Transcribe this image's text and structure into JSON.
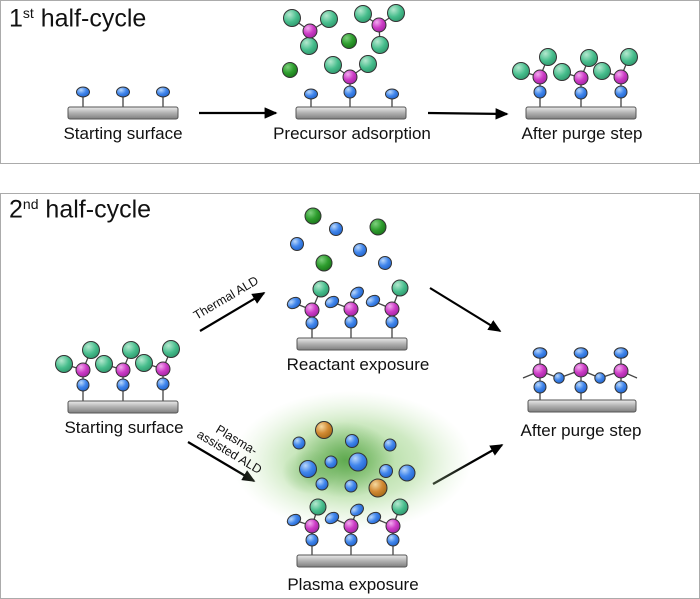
{
  "panel1": {
    "title": {
      "num": "1",
      "ord": "st",
      "rest": " half-cycle"
    },
    "captions": {
      "start": "Starting surface",
      "precursor": "Precursor adsorption",
      "purge": "After purge step"
    }
  },
  "panel2": {
    "title": {
      "num": "2",
      "ord": "nd",
      "rest": " half-cycle"
    },
    "captions": {
      "start": "Starting surface",
      "reactant": "Reactant exposure",
      "plasma": "Plasma exposure",
      "purge": "After purge step"
    },
    "routes": {
      "thermal": "Thermal ALD",
      "plasma_line1": "Plasma-",
      "plasma_line2": "assisted ALD"
    }
  },
  "colors": {
    "surface_site_blue": "#3377e8",
    "precursor_center_magenta": "#cc3cc6",
    "precursor_ligand_teal": "#46bd8c",
    "byproduct_green": "#2f9e2f",
    "plasma_radical_orange": "#d28a33",
    "plasma_glow_green": "#7dc468",
    "substrate_gray": "#b0b0b0",
    "panel_border": "#ababab"
  }
}
